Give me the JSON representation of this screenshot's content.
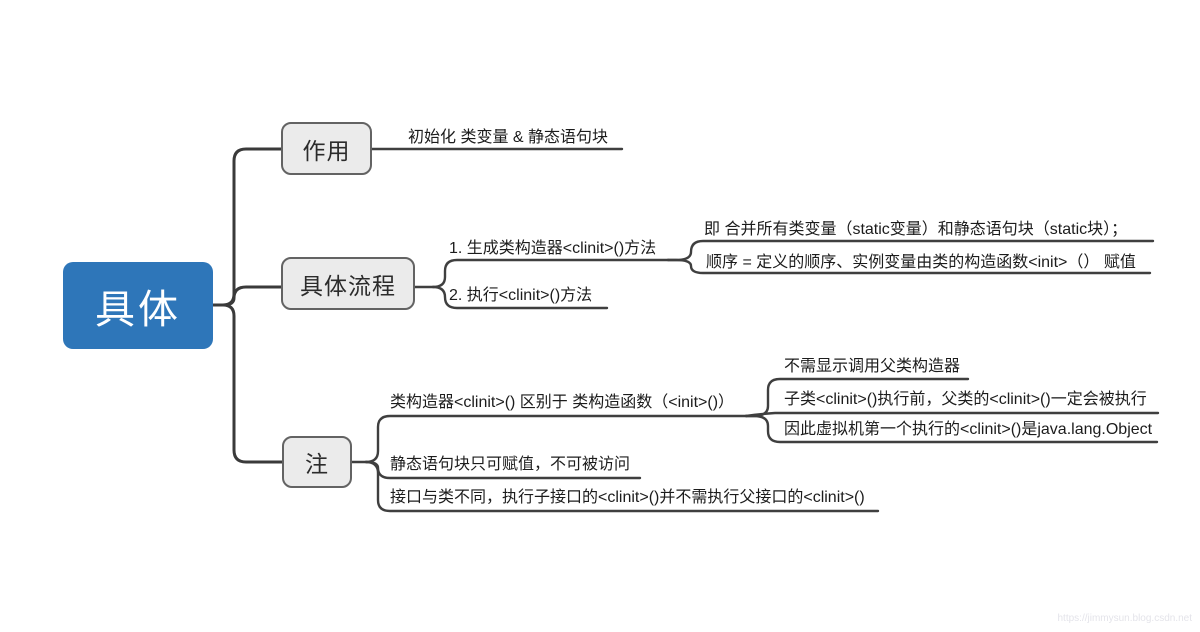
{
  "root": {
    "label": "具体"
  },
  "branches": {
    "zuoyong": {
      "label": "作用",
      "leaf": "初始化 类变量 & 静态语句块"
    },
    "liucheng": {
      "label": "具体流程",
      "steps": {
        "s1": "1. 生成类构造器<clinit>()方法",
        "s2": "2. 执行<clinit>()方法"
      },
      "s1_details": {
        "merge": "即 合并所有类变量（static变量）和静态语句块（static块）；",
        "order": "顺序 = 定义的顺序、实例变量由类的构造函数<init>（） 赋值"
      }
    },
    "zhu": {
      "label": "注",
      "note1": "类构造器<clinit>() 区别于 类构造函数（<init>()）",
      "note1_details": {
        "d1": "不需显示调用父类构造器",
        "d2": "子类<clinit>()执行前，父类的<clinit>()一定会被执行",
        "d3": "因此虚拟机第一个执行的<clinit>()是java.lang.Object"
      },
      "note2": "静态语句块只可赋值，不可被访问",
      "note3": "接口与类不同，执行子接口的<clinit>()并不需执行父接口的<clinit>()"
    }
  },
  "colors": {
    "root_bg": "#2e76b9",
    "root_text": "#ffffff",
    "box_bg": "#ebebeb",
    "box_border": "#636363",
    "line": "#3a3a3a",
    "text": "#1c1c1c"
  },
  "watermark": "https://jimmysun.blog.csdn.net"
}
